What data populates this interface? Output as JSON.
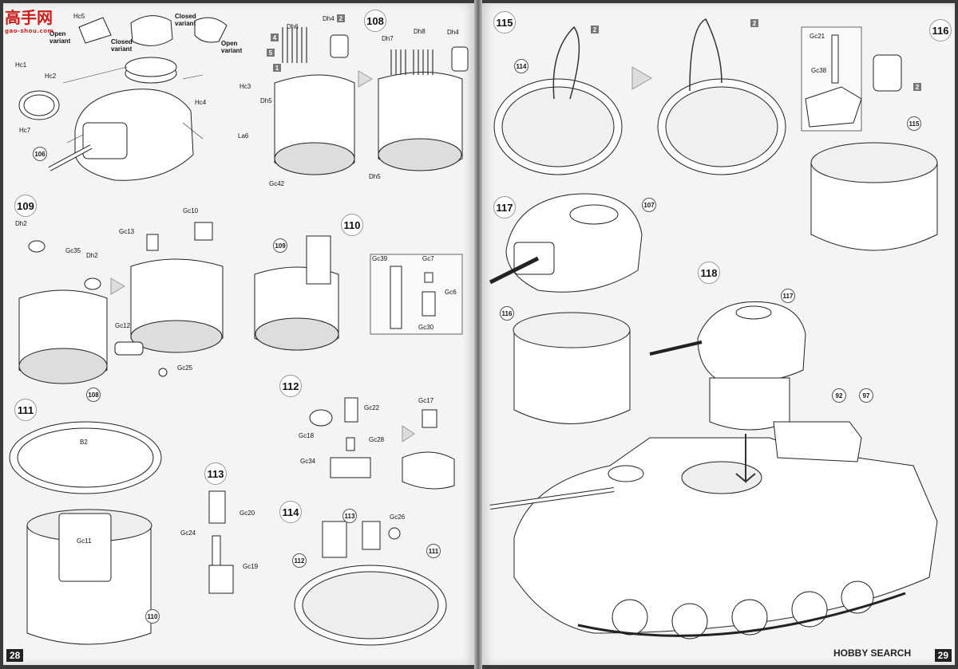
{
  "watermark": {
    "logo_text": "高手网",
    "logo_url_text": "gao-shou.com",
    "footer_brand": "HOBBY SEARCH"
  },
  "left_page": {
    "page_number": "28",
    "steps": {
      "s107": {
        "parts": [
          "Hc5",
          "Hc1",
          "Hc2",
          "Hc7",
          "Hc3",
          "Hc4",
          "La6"
        ],
        "notes": {
          "open1": "Open variant",
          "closed1": "Closed variant",
          "closed2": "Closed variant",
          "open2": "Open variant"
        },
        "ref": "106"
      },
      "s108": {
        "number": "108",
        "parts": {
          "dh6": "Dh6",
          "dh4a": "Dh4",
          "dh5a": "Dh5",
          "gc42": "Gc42",
          "dh7": "Dh7",
          "dh8": "Dh8",
          "dh4b": "Dh4",
          "dh5b": "Dh5"
        },
        "qty": {
          "q4": "4",
          "q5": "5",
          "q1": "1",
          "q2": "2"
        }
      },
      "s109": {
        "number": "109",
        "parts": {
          "dh2a": "Dh2",
          "gc35": "Gc35",
          "dh2b": "Dh2",
          "gc13": "Gc13",
          "gc10": "Gc10",
          "gc12": "Gc12",
          "gc25": "Gc25"
        },
        "ref": "108"
      },
      "s110": {
        "number": "110",
        "parts": {
          "gc39": "Gc39",
          "gc7": "Gc7",
          "gc6": "Gc6",
          "gc30": "Gc30"
        },
        "ref": "109"
      },
      "s111": {
        "number": "111",
        "parts": {
          "b2": "B2",
          "gc11": "Gc11"
        },
        "ref": "110"
      },
      "s112": {
        "number": "112",
        "parts": {
          "gc22": "Gc22",
          "gc18": "Gc18",
          "gc28": "Gc28",
          "gc34": "Gc34",
          "gc17": "Gc17"
        }
      },
      "s113": {
        "number": "113",
        "parts": {
          "gc20": "Gc20",
          "gc24": "Gc24",
          "gc19": "Gc19"
        }
      },
      "s114": {
        "number": "114",
        "parts": {
          "gc26": "Gc26"
        },
        "refs": {
          "r113": "113",
          "r112": "112",
          "r111": "111"
        }
      }
    }
  },
  "right_page": {
    "page_number": "29",
    "steps": {
      "s115": {
        "number": "115",
        "ref": "114",
        "qty": "2"
      },
      "s116": {
        "number": "116",
        "parts": {
          "gc21": "Gc21",
          "gc38": "Gc38"
        },
        "ref": "115",
        "qty": "2"
      },
      "s117": {
        "number": "117",
        "refs": {
          "r107": "107",
          "r116": "116"
        }
      },
      "s118": {
        "number": "118",
        "refs": {
          "r117": "117",
          "r92": "92",
          "r97": "97"
        }
      }
    }
  }
}
